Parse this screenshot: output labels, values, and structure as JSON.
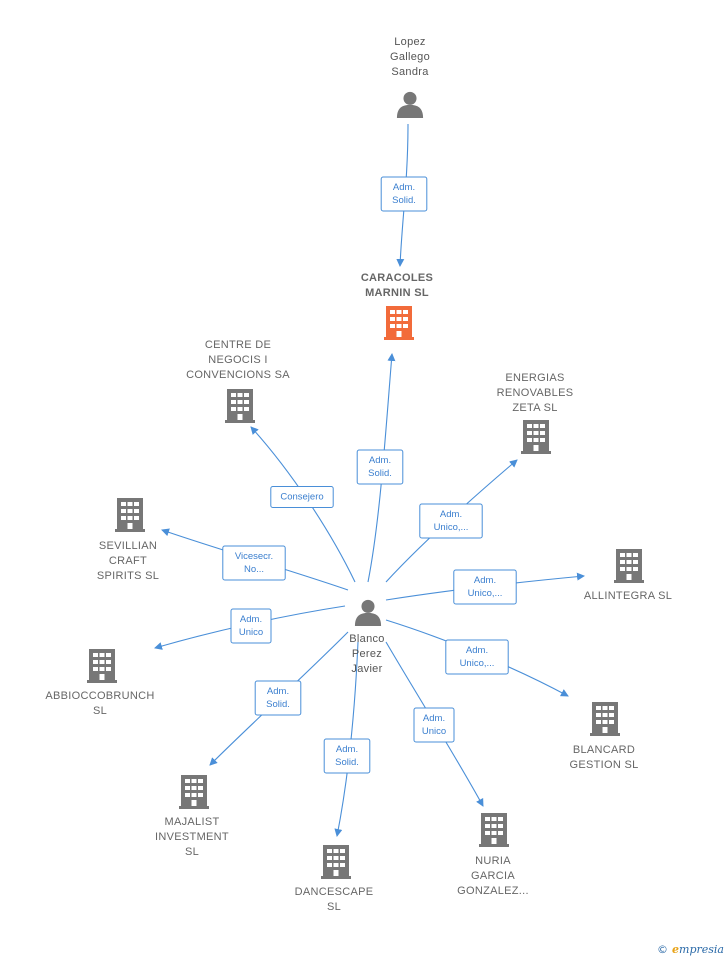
{
  "colors": {
    "edge": "#4a8fd8",
    "company": "#777777",
    "focus_company": "#f26b3a",
    "person": "#777777"
  },
  "nodes": [
    {
      "id": "lopez",
      "type": "person",
      "label_lines": [
        "Lopez",
        "Gallego",
        "Sandra"
      ]
    },
    {
      "id": "caracoles",
      "type": "company",
      "focus": true,
      "label_lines": [
        "CARACOLES",
        "MARNIN  SL"
      ]
    },
    {
      "id": "centre",
      "type": "company",
      "label_lines": [
        "CENTRE DE",
        "NEGOCIS I",
        "CONVENCIONS SA"
      ]
    },
    {
      "id": "energias",
      "type": "company",
      "label_lines": [
        "ENERGIAS",
        "RENOVABLES",
        "ZETA  SL"
      ]
    },
    {
      "id": "sevillian",
      "type": "company",
      "label_lines": [
        "SEVILLIAN",
        "CRAFT",
        "SPIRITS  SL"
      ]
    },
    {
      "id": "allintegra",
      "type": "company",
      "label_lines": [
        "ALLINTEGRA SL"
      ]
    },
    {
      "id": "blanco",
      "type": "person",
      "label_lines": [
        "Blanco",
        "Perez",
        "Javier"
      ]
    },
    {
      "id": "abbiocco",
      "type": "company",
      "label_lines": [
        "ABBIOCCOBRUNCH",
        "SL"
      ]
    },
    {
      "id": "blancard",
      "type": "company",
      "label_lines": [
        "BLANCARD",
        "GESTION  SL"
      ]
    },
    {
      "id": "majalist",
      "type": "company",
      "label_lines": [
        "MAJALIST",
        "INVESTMENT",
        "SL"
      ]
    },
    {
      "id": "dancescape",
      "type": "company",
      "label_lines": [
        "DANCESCAPE",
        "SL"
      ]
    },
    {
      "id": "nuria",
      "type": "company",
      "label_lines": [
        "NURIA",
        "GARCIA",
        "GONZALEZ..."
      ]
    }
  ],
  "edges": [
    {
      "from": "lopez",
      "to": "caracoles",
      "label_lines": [
        "Adm.",
        "Solid."
      ]
    },
    {
      "from": "blanco",
      "to": "caracoles",
      "label_lines": [
        "Adm.",
        "Solid."
      ]
    },
    {
      "from": "blanco",
      "to": "centre",
      "label_lines": [
        "Consejero"
      ]
    },
    {
      "from": "blanco",
      "to": "energias",
      "label_lines": [
        "Adm.",
        "Unico,..."
      ]
    },
    {
      "from": "blanco",
      "to": "sevillian",
      "label_lines": [
        "Vicesecr.",
        "No..."
      ]
    },
    {
      "from": "blanco",
      "to": "allintegra",
      "label_lines": [
        "Adm.",
        "Unico,..."
      ]
    },
    {
      "from": "blanco",
      "to": "abbiocco",
      "label_lines": [
        "Adm.",
        "Unico"
      ]
    },
    {
      "from": "blanco",
      "to": "blancard",
      "label_lines": [
        "Adm.",
        "Unico,..."
      ]
    },
    {
      "from": "blanco",
      "to": "majalist",
      "label_lines": [
        "Adm.",
        "Solid."
      ]
    },
    {
      "from": "blanco",
      "to": "dancescape",
      "label_lines": [
        "Adm.",
        "Solid."
      ]
    },
    {
      "from": "blanco",
      "to": "nuria",
      "label_lines": [
        "Adm.",
        "Unico"
      ]
    }
  ],
  "footer": {
    "copyright_symbol": "©",
    "brand_initial": "e",
    "brand_rest": "mpresia"
  }
}
